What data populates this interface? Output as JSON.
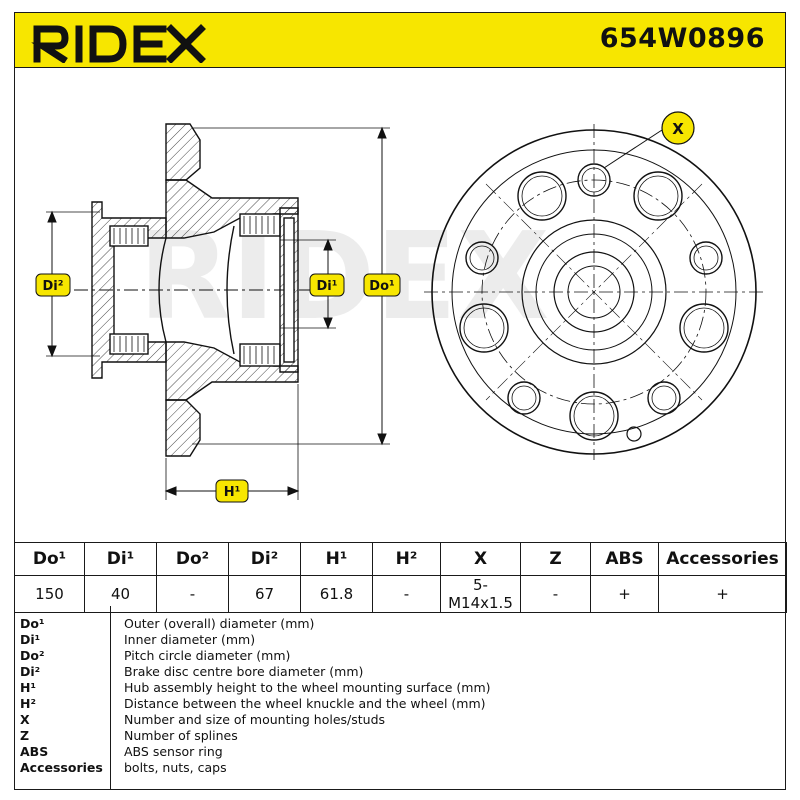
{
  "header": {
    "brand": "RIDEX",
    "part_number": "654W0896",
    "brand_color": "#f7e600",
    "badge_color": "#f7e600"
  },
  "drawing": {
    "labels": {
      "di2": "Di²",
      "di1": "Di¹",
      "do1": "Do¹",
      "h1": "H¹",
      "x": "X"
    },
    "watermark": "RIDEX"
  },
  "specs": {
    "columns": [
      "Do¹",
      "Di¹",
      "Do²",
      "Di²",
      "H¹",
      "H²",
      "X",
      "Z",
      "ABS",
      "Accessories"
    ],
    "values": [
      "150",
      "40",
      "-",
      "67",
      "61.8",
      "-",
      "5-M14x1.5",
      "-",
      "+",
      "+"
    ]
  },
  "legend": [
    {
      "code": "Do¹",
      "desc": "Outer (overall) diameter (mm)"
    },
    {
      "code": "Di¹",
      "desc": "Inner diameter (mm)"
    },
    {
      "code": "Do²",
      "desc": "Pitch circle diameter (mm)"
    },
    {
      "code": "Di²",
      "desc": "Brake disc centre bore diameter (mm)"
    },
    {
      "code": "H¹",
      "desc": "Hub assembly height to the wheel mounting surface (mm)"
    },
    {
      "code": "H²",
      "desc": "Distance between the wheel knuckle and the wheel (mm)"
    },
    {
      "code": "X",
      "desc": "Number and size of mounting holes/studs"
    },
    {
      "code": "Z",
      "desc": "Number of splines"
    },
    {
      "code": "ABS",
      "desc": "ABS sensor ring"
    },
    {
      "code": "Accessories",
      "desc": "bolts, nuts, caps"
    }
  ]
}
